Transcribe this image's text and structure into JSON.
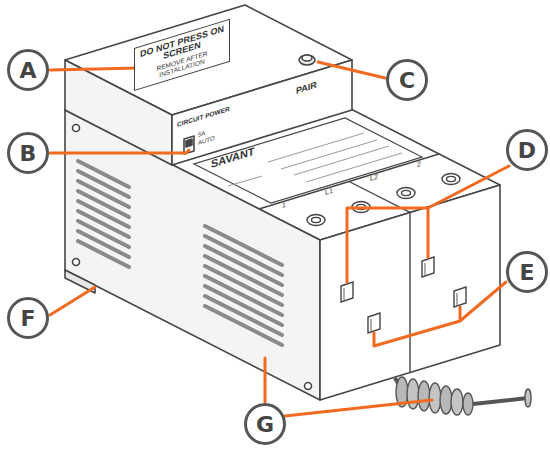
{
  "diagram": {
    "nodes": [
      {
        "text": [
          "DO NOT PRESS ON SCREEN",
          "REMOVE AFTER INSTALLATION"
        ]
      },
      {
        "text": [
          "A"
        ]
      },
      {
        "text": [
          "B"
        ]
      },
      {
        "text": [
          "C"
        ]
      },
      {
        "text": [
          "D"
        ]
      },
      {
        "text": [
          "E"
        ]
      },
      {
        "text": [
          "F"
        ]
      },
      {
        "text": [
          "G"
        ]
      }
    ],
    "labels": [
      "PAIR",
      "CIRCUIT POWER",
      "5A",
      "AUTO",
      "SAVANT",
      "1",
      "L1",
      "L2",
      "2"
    ]
  }
}
